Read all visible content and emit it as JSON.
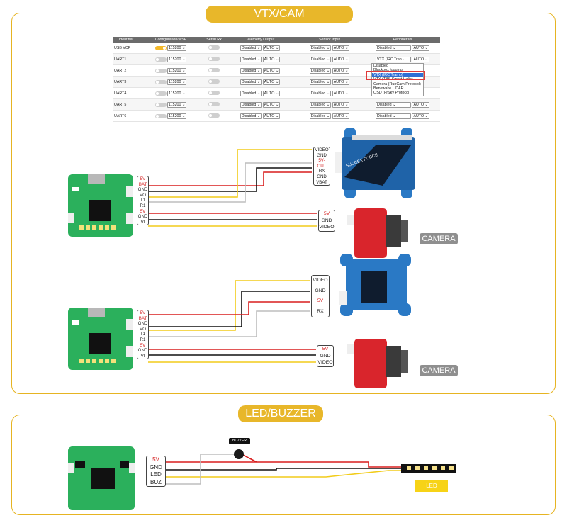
{
  "sections": {
    "vtx_cam": {
      "title": "VTX/CAM"
    },
    "led_buzzer": {
      "title": "LED/BUZZER"
    }
  },
  "ports_table": {
    "headers": [
      "Identifier",
      "Configuration/MSP",
      "Serial Rx",
      "Telemetry Output",
      "Sensor Input",
      "Peripherals"
    ],
    "rows": [
      {
        "id": "USB VCP",
        "msp_on": true,
        "baud": "115200",
        "serial_rx_on": false,
        "telemetry": "Disabled",
        "telemetry_baud": "AUTO",
        "sensor": "Disabled",
        "sensor_baud": "AUTO",
        "peripheral": "Disabled",
        "peripheral_baud": "AUTO"
      },
      {
        "id": "UART1",
        "msp_on": false,
        "baud": "115200",
        "serial_rx_on": false,
        "telemetry": "Disabled",
        "telemetry_baud": "AUTO",
        "sensor": "Disabled",
        "sensor_baud": "AUTO",
        "peripheral": "VTX (IRC Tran",
        "peripheral_baud": "AUTO"
      },
      {
        "id": "UART2",
        "msp_on": false,
        "baud": "115200",
        "serial_rx_on": false,
        "telemetry": "Disabled",
        "telemetry_baud": "AUTO",
        "sensor": "Disabled",
        "sensor_baud": "AUTO",
        "peripheral": "",
        "peripheral_baud": ""
      },
      {
        "id": "UART3",
        "msp_on": false,
        "baud": "115200",
        "serial_rx_on": false,
        "telemetry": "Disabled",
        "telemetry_baud": "AUTO",
        "sensor": "Disabled",
        "sensor_baud": "AUTO",
        "peripheral": "",
        "peripheral_baud": ""
      },
      {
        "id": "UART4",
        "msp_on": false,
        "baud": "115200",
        "serial_rx_on": false,
        "telemetry": "Disabled",
        "telemetry_baud": "AUTO",
        "sensor": "Disabled",
        "sensor_baud": "AUTO",
        "peripheral": "",
        "peripheral_baud": ""
      },
      {
        "id": "UART5",
        "msp_on": false,
        "baud": "115200",
        "serial_rx_on": false,
        "telemetry": "Disabled",
        "telemetry_baud": "AUTO",
        "sensor": "Disabled",
        "sensor_baud": "AUTO",
        "peripheral": "Disabled",
        "peripheral_baud": "AUTO"
      },
      {
        "id": "UART6",
        "msp_on": false,
        "baud": "115200",
        "serial_rx_on": false,
        "telemetry": "Disabled",
        "telemetry_baud": "AUTO",
        "sensor": "Disabled",
        "sensor_baud": "AUTO",
        "peripheral": "Disabled",
        "peripheral_baud": "AUTO"
      }
    ],
    "dropdown_options": [
      "Disabled",
      "Blackbox logging",
      "VTX (IRC Tramp)",
      "VTX (TBS SmartAudio)",
      "Camera (RunCam Protocol)",
      "Benewake LIDAR",
      "OSD (FrSky Protocol)"
    ],
    "dropdown_selected_index": 2
  },
  "fc_pins": [
    "5V",
    "BAT",
    "GND",
    "VO",
    "T1",
    "R1",
    "5V",
    "GND",
    "VI"
  ],
  "fc_pins_red": [
    0,
    1,
    6
  ],
  "vtx1_pins": [
    "VIDEO",
    "GND",
    "5V-OUT",
    "RX",
    "GND",
    "VBAT"
  ],
  "vtx1_label": "SUCCEX FORCE",
  "vtx2_pins": [
    "VIDEO",
    "GND",
    "5V",
    "RX"
  ],
  "cam_pins": [
    "5V",
    "GND",
    "VIDEO"
  ],
  "camera_tag": "CAMERA",
  "led_fc_pins": [
    "5V",
    "GND",
    "LED",
    "BUZ"
  ],
  "buzzer_label": "BUZZER",
  "led_label": "LED",
  "colors": {
    "accent": "#e8b72a",
    "wire_red": "#d91f1f",
    "wire_black": "#111111",
    "wire_yellow": "#f2cc1a",
    "wire_gray": "#b5b5b5",
    "board_green": "#2bb05c"
  }
}
